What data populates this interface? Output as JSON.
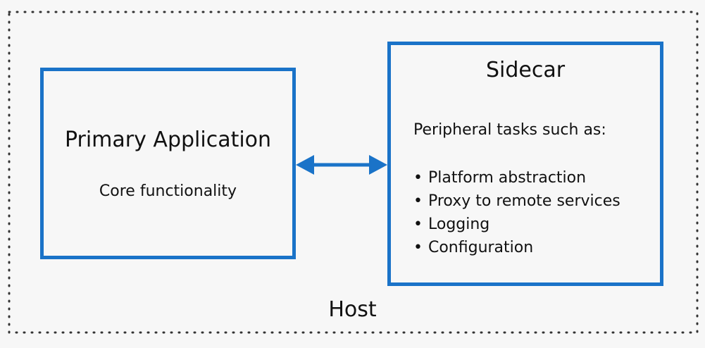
{
  "host": {
    "label": "Host",
    "border_style": "dotted",
    "border_color": "#333333"
  },
  "primary": {
    "title": "Primary Application",
    "subtitle": "Core functionality",
    "border_color": "#1a73c8"
  },
  "sidecar": {
    "title": "Sidecar",
    "intro": "Peripheral tasks such as:",
    "tasks": [
      "Platform abstraction",
      "Proxy to remote services",
      "Logging",
      "Configuration"
    ],
    "border_color": "#1a73c8"
  },
  "connector": {
    "type": "bidirectional-arrow",
    "color": "#1a73c8"
  }
}
